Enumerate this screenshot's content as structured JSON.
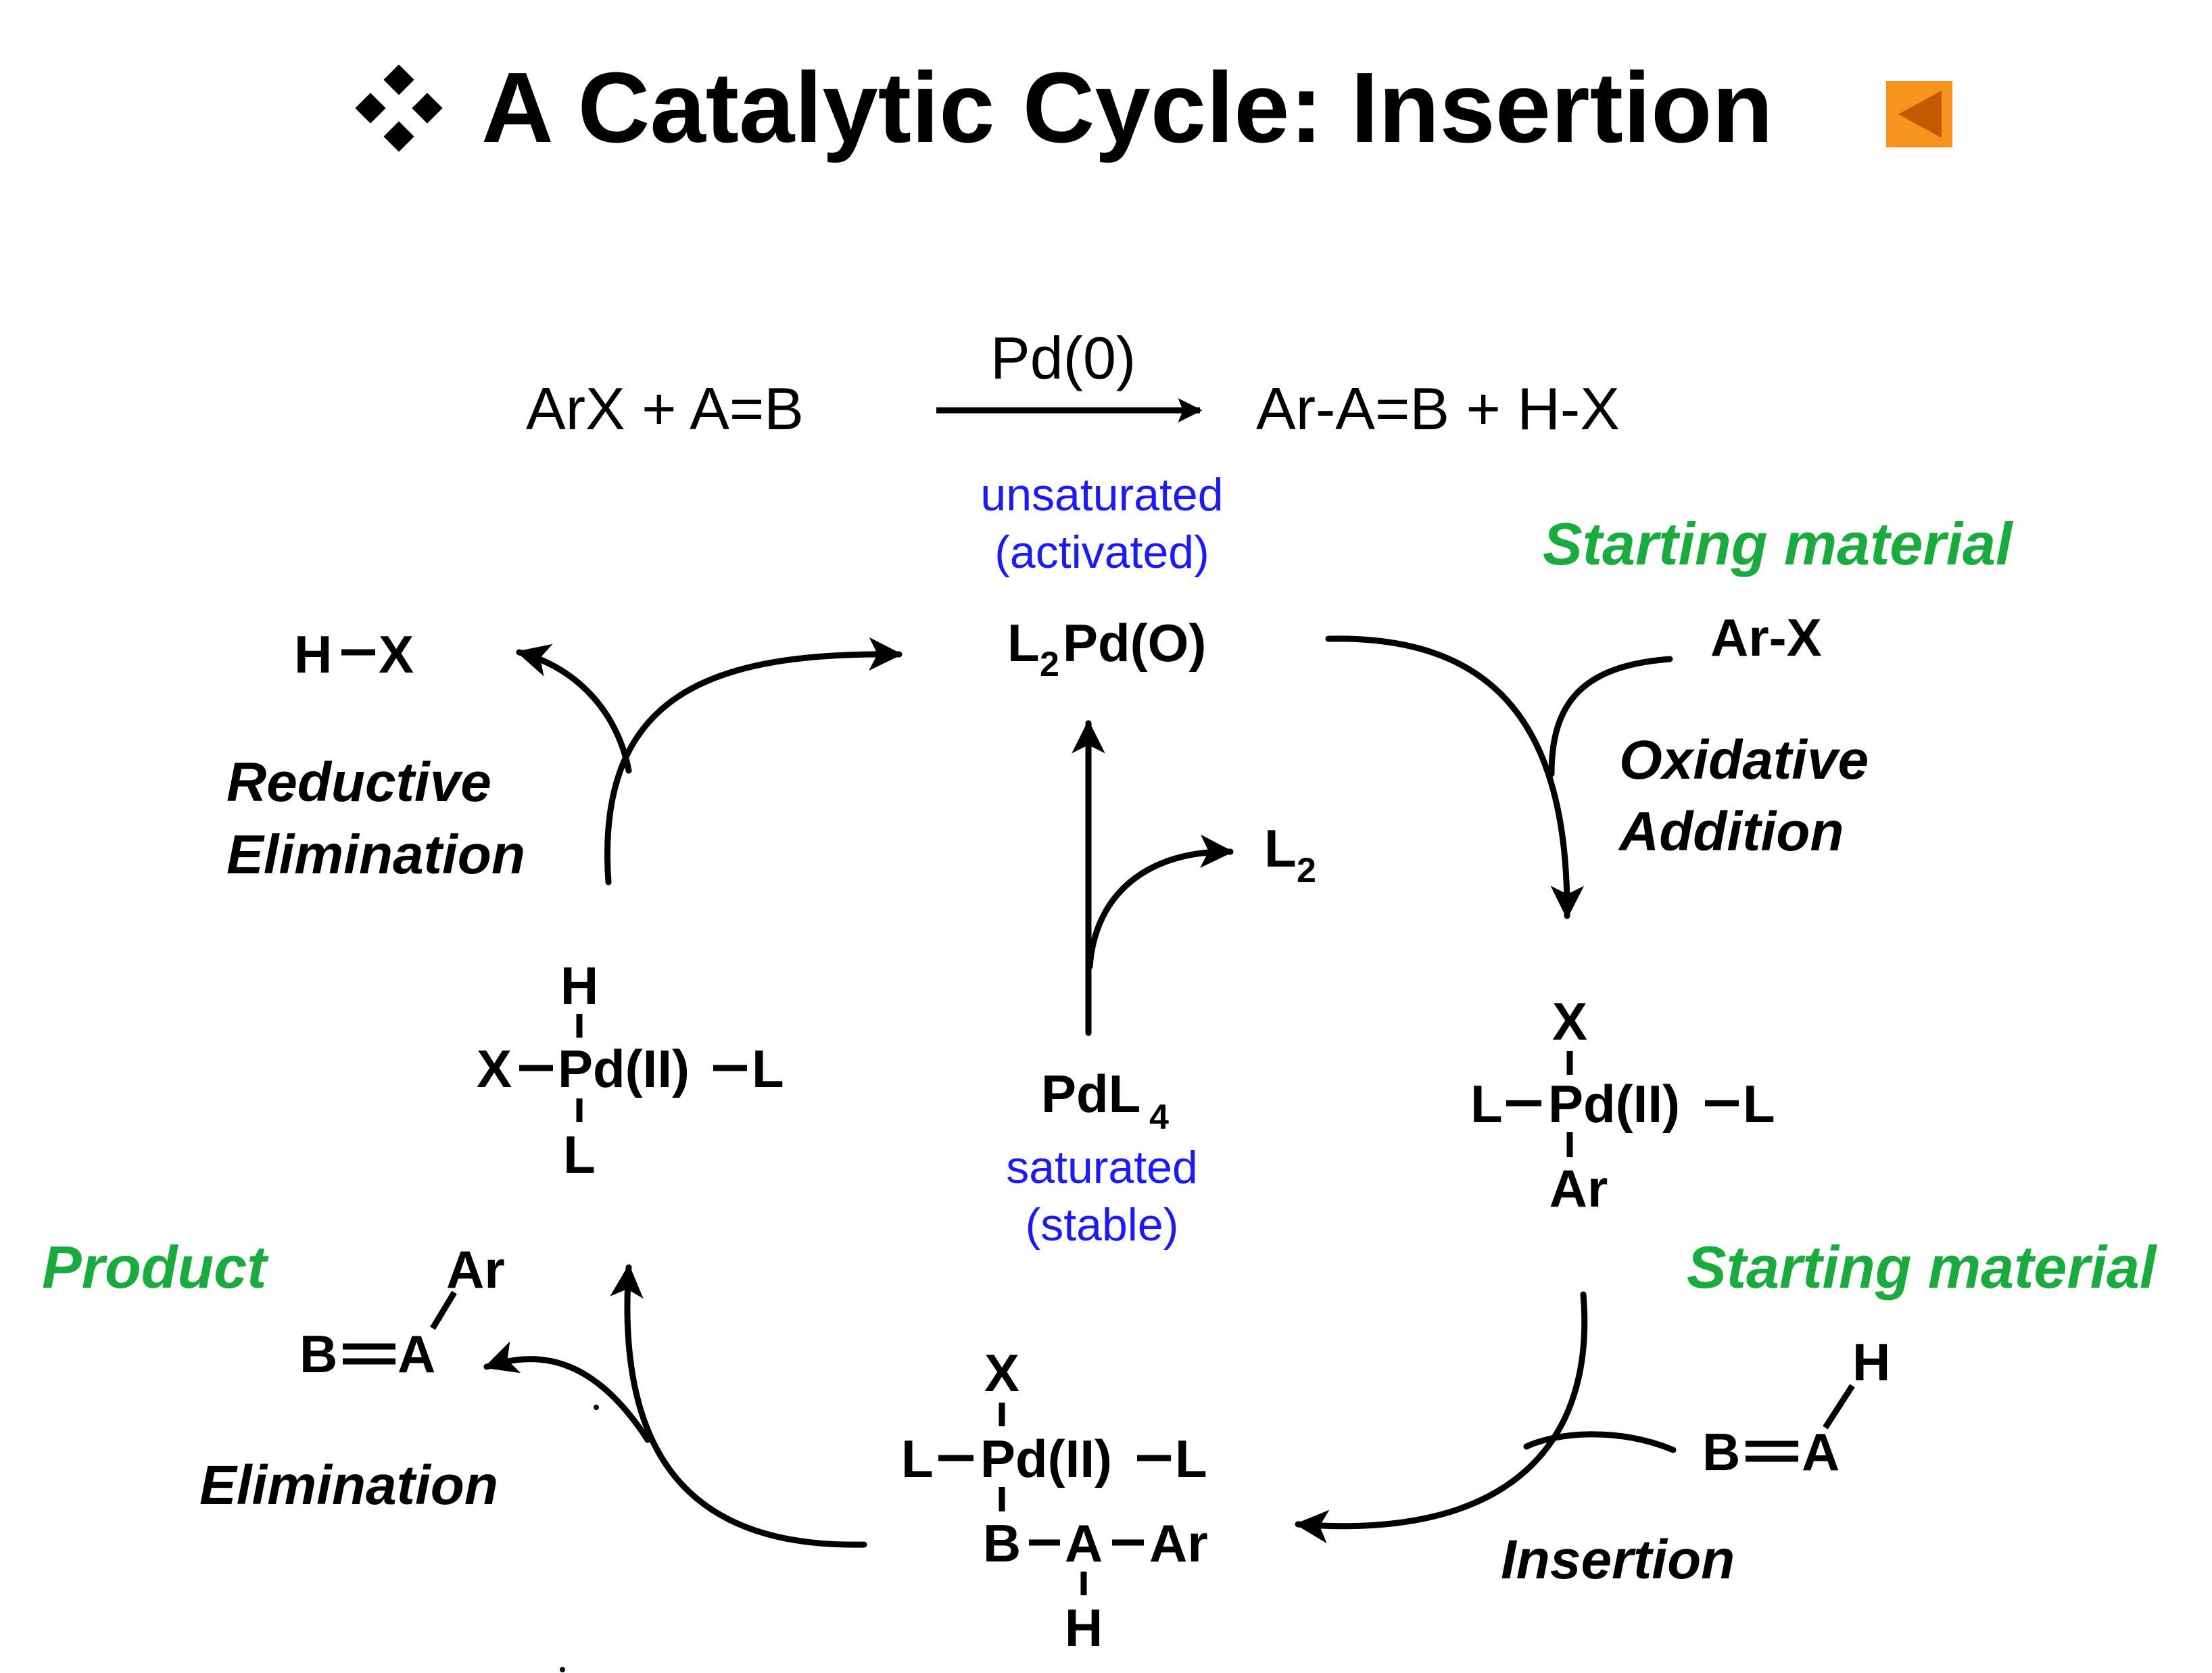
{
  "title": "A Catalytic Cycle: Insertion",
  "colors": {
    "accent_green": "#1aab3e",
    "label_blue": "#1a1aff",
    "nav_orange": "#f7941d",
    "nav_arrow": "#c45a00"
  },
  "icons": {
    "bullet": "four-diamond-bullet-icon",
    "nav": "back-triangle-icon"
  },
  "equation": {
    "reactants": "ArX  + A=B",
    "catalyst": "Pd(0)",
    "products": "Ar-A=B  +  H-X"
  },
  "states": {
    "activated_line1": "unsaturated",
    "activated_line2": "(activated)",
    "saturated_line1": "saturated",
    "saturated_line2": "(stable)"
  },
  "species": {
    "l2pd0": {
      "L": "L",
      "sub": "2",
      "rest": "Pd(O)"
    },
    "pdl4": {
      "main": "PdL",
      "sub": "4"
    },
    "l2": {
      "main": "L",
      "sub": "2"
    },
    "hx": {
      "h": "H",
      "x": "X"
    },
    "arx": "Ar-X",
    "ox_complex": {
      "top": "X",
      "left": "L",
      "center": "Pd(II)",
      "right": "L",
      "bottom": "Ar"
    },
    "re_complex": {
      "top": "H",
      "left": "X",
      "center": "Pd(II)",
      "right": "L",
      "bottom": "L"
    },
    "ins_complex": {
      "top": "X",
      "left": "L",
      "center": "Pd(II)",
      "right": "L",
      "b": "B",
      "a": "A",
      "ar": "Ar",
      "h": "H"
    },
    "sm_alkene": {
      "b": "B",
      "a": "A",
      "h": "H"
    },
    "product_alkene": {
      "b": "B",
      "a": "A",
      "ar": "Ar"
    }
  },
  "labels": {
    "starting_material_1": "Starting material",
    "starting_material_2": "Starting material",
    "product": "Product"
  },
  "steps": {
    "oxidative_line1": "Oxidative",
    "oxidative_line2": "Addition",
    "reductive_line1": "Reductive",
    "reductive_line2": "Elimination",
    "insertion": "Insertion",
    "elimination": "Elimination"
  }
}
